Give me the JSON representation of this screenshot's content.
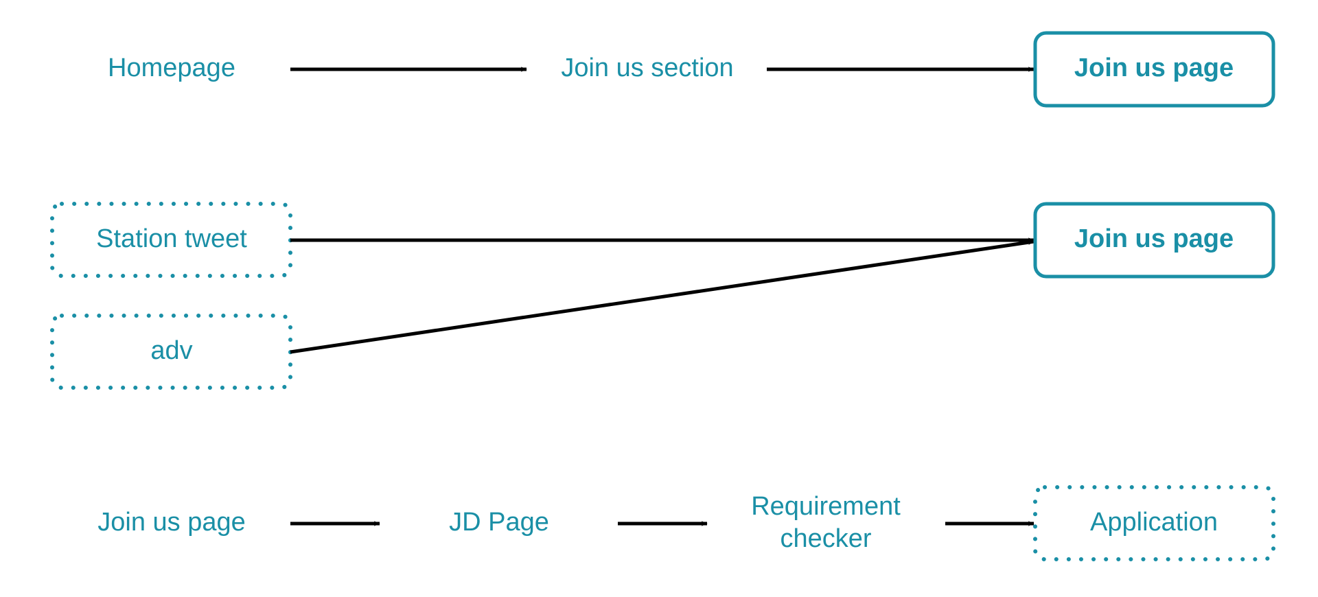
{
  "colors": {
    "accent": "#1a8fa6",
    "edge": "#000000",
    "background": "#ffffff"
  },
  "flows": {
    "row1": {
      "homepage": "Homepage",
      "join_section": "Join us section",
      "join_page": "Join us page"
    },
    "row2": {
      "station_tweet": "Station tweet",
      "adv": "adv",
      "join_page": "Join us page"
    },
    "row3": {
      "join_page": "Join us page",
      "jd_page": "JD Page",
      "requirement_line1": "Requirement",
      "requirement_line2": "checker",
      "application": "Application"
    }
  }
}
